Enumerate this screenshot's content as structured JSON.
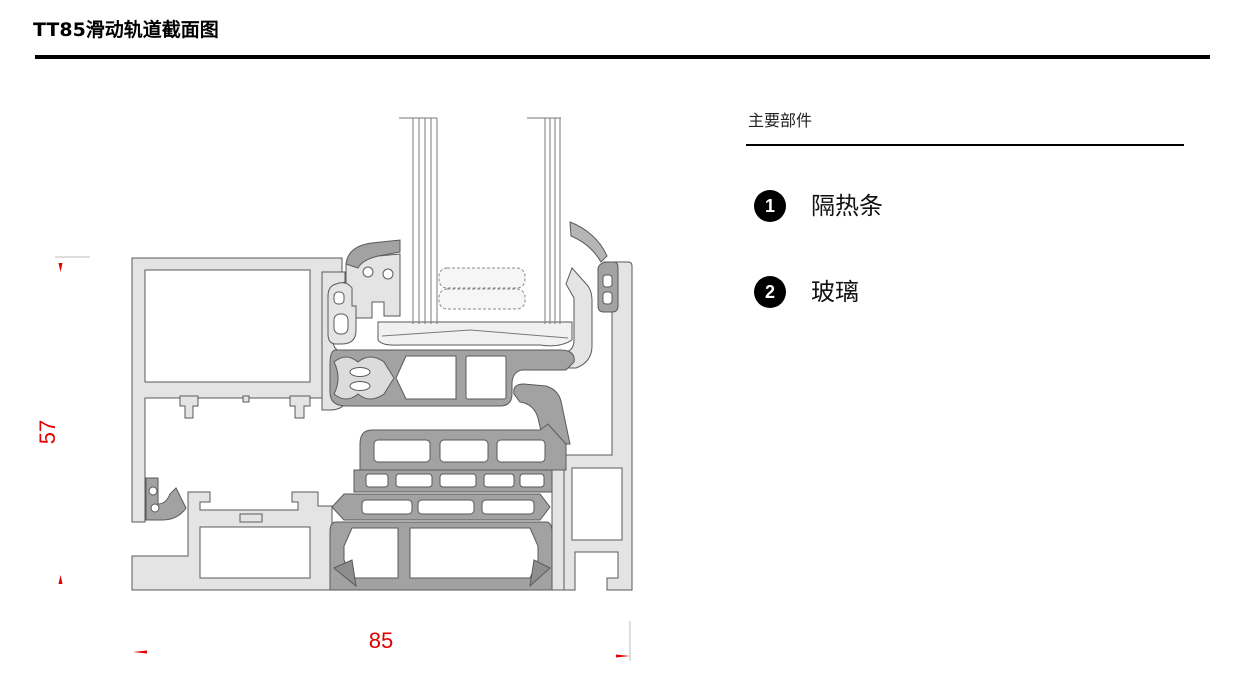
{
  "header": {
    "title": "TT85滑动轨道截面图"
  },
  "drawing": {
    "dimensions": {
      "height": "57",
      "width": "85"
    }
  },
  "components": {
    "heading": "主要部件",
    "items": [
      {
        "number": "1",
        "label": "隔热条"
      },
      {
        "number": "2",
        "label": "玻璃"
      }
    ]
  },
  "colors": {
    "dimension": "#e10000",
    "profile_light": "#e4e4e4",
    "profile_dark": "#a2a2a2",
    "outline": "#5a5a5a",
    "glass_line": "#7a7a7a",
    "ink": "#000000"
  }
}
